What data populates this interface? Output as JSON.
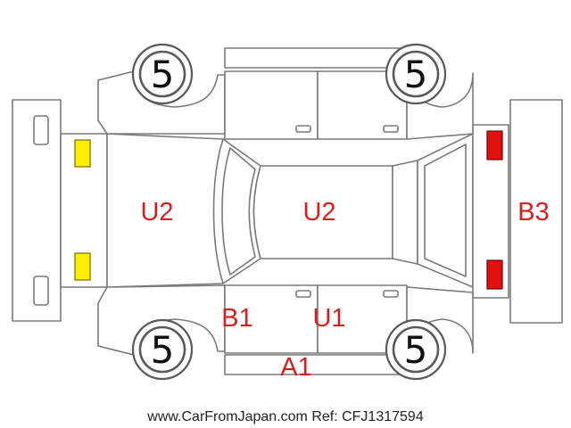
{
  "damage_codes": {
    "hood": "U2",
    "roof": "U2",
    "rear_bumper": "B3",
    "left_front_pillar": "B1",
    "left_rear_door": "U1",
    "left_rocker": "A1"
  },
  "tires": {
    "front_right": "5",
    "rear_right": "5",
    "front_left": "5",
    "rear_left": "5"
  },
  "footer": "www.CarFromJapan.com Ref: CFJ1317594",
  "colors": {
    "code_text": "#d42020",
    "front_lamp": "#ffee00",
    "rear_lamp": "#e01010",
    "outline": "#7a7a7a"
  }
}
